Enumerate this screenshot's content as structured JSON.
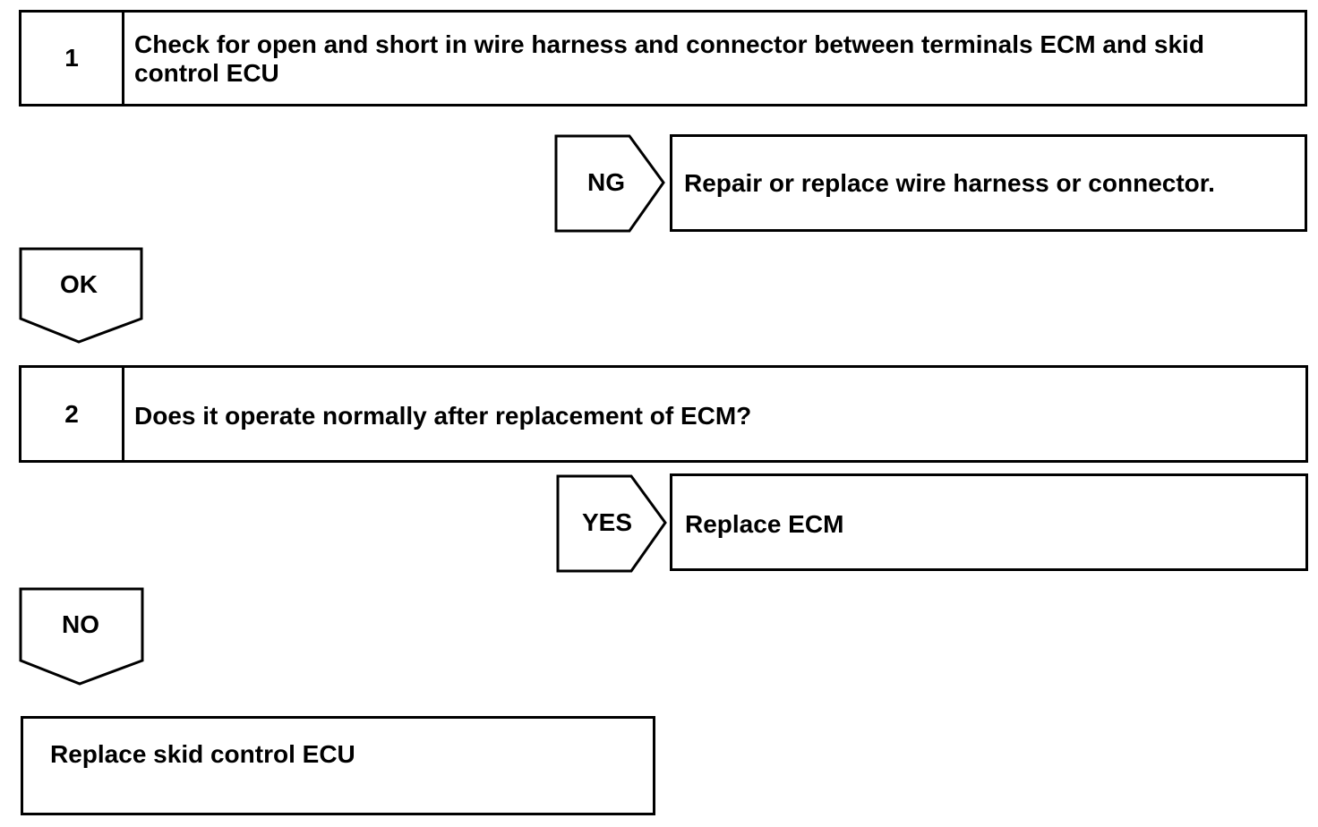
{
  "step1": {
    "number": "1",
    "text": "Check for open and short in wire harness and connector between terminals ECM and skid control ECU"
  },
  "branch_ng": {
    "label": "NG",
    "result": "Repair or replace wire harness or connector."
  },
  "branch_ok": {
    "label": "OK"
  },
  "step2": {
    "number": "2",
    "text": "Does it operate normally after replacement of ECM?"
  },
  "branch_yes": {
    "label": "YES",
    "result": "Replace ECM"
  },
  "branch_no": {
    "label": "NO"
  },
  "final": {
    "text": "Replace skid control ECU"
  }
}
